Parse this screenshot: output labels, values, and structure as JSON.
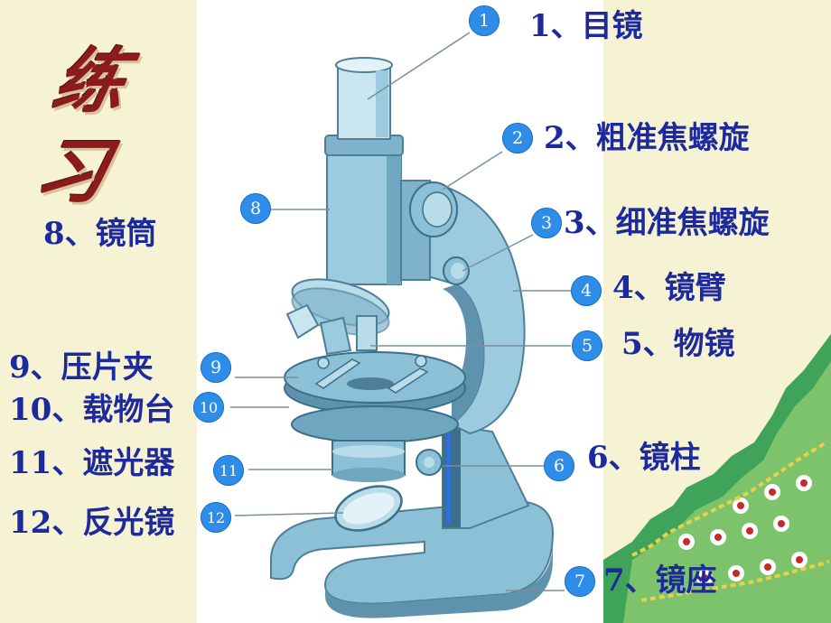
{
  "title_art": {
    "char1": "练",
    "char2": "习"
  },
  "parts": [
    {
      "num": "1",
      "label": "1、目镜"
    },
    {
      "num": "2",
      "label": "2、粗准焦螺旋"
    },
    {
      "num": "3",
      "label": "3、细准焦螺旋"
    },
    {
      "num": "4",
      "label": "4、镜臂"
    },
    {
      "num": "5",
      "label": "5、物镜"
    },
    {
      "num": "6",
      "label": "6、镜柱"
    },
    {
      "num": "7",
      "label": "7、镜座"
    },
    {
      "num": "8",
      "label": "8、镜筒"
    },
    {
      "num": "9",
      "label": "9、压片夹"
    },
    {
      "num": "10",
      "label": "10、载物台"
    },
    {
      "num": "11",
      "label": "11、遮光器"
    },
    {
      "num": "12",
      "label": "12、反光镜"
    }
  ],
  "colors": {
    "label_text": "#1c2a9e",
    "badge_fill": "#2e8de8",
    "microscope_light": "#a9d3e6",
    "microscope_mid": "#7fb3cb",
    "microscope_dark": "#4d7f98",
    "background": "#f6f2d4"
  }
}
